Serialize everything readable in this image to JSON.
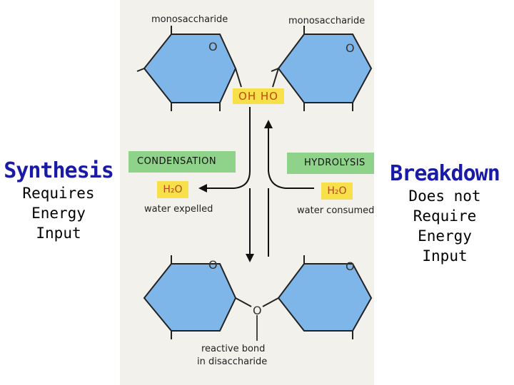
{
  "left_side": {
    "title": "Synthesis",
    "line1": "Requires",
    "line2": "Energy",
    "line3": "Input"
  },
  "right_side": {
    "title": "Breakdown",
    "line1": "Does not",
    "line2": "Require",
    "line3": "Energy",
    "line4": "Input"
  },
  "diagram": {
    "label_mono_left": "monosaccharide",
    "label_mono_right": "monosaccharide",
    "ring_atom": "O",
    "oh_ho": "OH  HO",
    "condensation": "CONDENSATION",
    "hydrolysis": "HYDROLYSIS",
    "h2o": "H₂O",
    "water_expelled": "water expelled",
    "water_consumed": "water consumed",
    "bridge_atom": "O",
    "reactive_bond_line1": "reactive bond",
    "reactive_bond_line2": "in disaccharide"
  },
  "colors": {
    "hexagon_fill": "#7fb6ea",
    "bar_green": "#8fd38a",
    "h2o_yellow": "#f7e04a",
    "title_blue": "#1a1aa8"
  }
}
